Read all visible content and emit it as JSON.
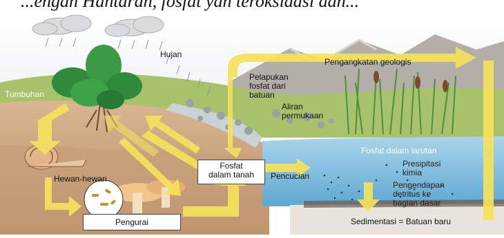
{
  "heading": "...engah Hantaran, fosfat yan teroksidasi dan...",
  "labels": {
    "hujan": "Hujan",
    "tumbuhan": "Tumbuhan",
    "hewan": "Hewan-hewan",
    "pengurai": "Pengurai",
    "fosfat_tanah": "Fosfat\ndalam tanah",
    "pencucian": "Pencucian",
    "pelapukan": "Pelapukan\nfosfat dari\nbatuan",
    "aliran": "Aliran\npermukaan",
    "pengangkatan": "Pengangkatan geologis",
    "fosfat_larutan": "Fosfat dalam larutan",
    "presipitasi": "Presipitasi\nkimia",
    "pengendapan": "Pengendapan\ndetritus ke\nbagian dasar",
    "sedimentasi": "Sedimentasi = Batuan baru"
  },
  "colors": {
    "sky": "#ffffff",
    "mountain": "#b9b4ad",
    "ground": "#c49a72",
    "grass": "#9fbf5a",
    "water": "#93c6e0",
    "arrow": "#f5e25b",
    "leaf": "#2f8a3c"
  }
}
